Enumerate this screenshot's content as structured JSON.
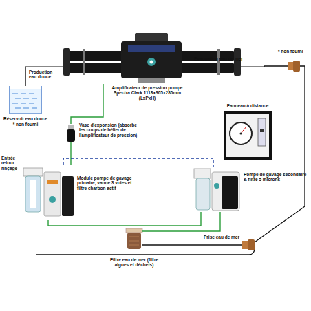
{
  "diagram": {
    "nodes": [
      {
        "text": [
          "Amplificateur de pression pompe Spectra Clark 1118x305x280mm (LxPxH)"
        ]
      },
      {
        "text": [
          "Evacuation eau de mer",
          "* non fourni"
        ]
      },
      {
        "text": [
          "Réservoir eau douce",
          "* non fourni"
        ]
      },
      {
        "text": [
          "Panneau à distance"
        ]
      },
      {
        "text": [
          "Vase d'exponsion (absorbe les coups de bélier de l'amplificateur de pression)"
        ]
      },
      {
        "text": [
          "Entrée retour rinçage",
          "Module pompe de gavage primaire, vanne 3 voies et filtre charbon actif"
        ]
      },
      {
        "text": [
          "Pompe de gavage secondaire & filtre 5 microns"
        ]
      },
      {
        "text": [
          "Filtre eau de mer (filtre algues et déchets)"
        ]
      },
      {
        "text": [
          "Prise eau de mer"
        ]
      }
    ],
    "edges": [
      {
        "from": 0,
        "to": 2,
        "label": "Production eau douce",
        "arrow": "none"
      },
      {
        "from": 0,
        "to": 1,
        "arrow": "none"
      },
      {
        "from": 4,
        "to": 0,
        "arrow": "none"
      },
      {
        "from": 5,
        "to": 4,
        "arrow": "none"
      },
      {
        "from": 6,
        "to": 5,
        "arrow": "none"
      },
      {
        "from": 5,
        "to": 6,
        "arrow": "none"
      },
      {
        "from": 7,
        "to": 6,
        "arrow": "none"
      },
      {
        "from": 8,
        "to": 7,
        "arrow": "none"
      }
    ]
  }
}
